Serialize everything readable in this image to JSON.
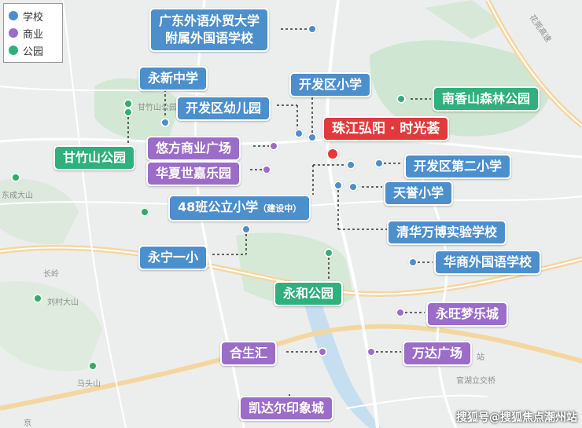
{
  "legend": {
    "school": "学校",
    "commercial": "商业",
    "park": "公园"
  },
  "colors": {
    "school": "#4c8fcd",
    "commercial": "#9c6cc9",
    "park": "#2fb07c",
    "project": "#e4393c"
  },
  "project": "珠江弘阳 · 时光荟",
  "labels": {
    "gw_line1": "广东外语外贸大学",
    "gw_line2": "附属外国语学校",
    "yongxin": "永新中学",
    "kfqxx": "开发区小学",
    "kfqyey": "开发区幼儿园",
    "nxs": "南香山森林公园",
    "gzs": "甘竹山公园",
    "youfang": "悠方商业广场",
    "huaxia": "华夏世嘉乐园",
    "kfq2": "开发区第二小学",
    "tianyu": "天誉小学",
    "b48": "48班公立小学",
    "b48_note": "（建设中）",
    "qhwb": "清华万博实验学校",
    "yongning": "永宁一小",
    "hswg": "华商外国语学校",
    "yonghe": "永和公园",
    "ywml": "永旺梦乐城",
    "heshenghui": "合生汇",
    "wanda": "万达广场",
    "kaida": "凯达尔印象城"
  },
  "map_text": {
    "gzs_small": "甘竹山公园",
    "dongcheng": "东成大山",
    "changdou": "长岭",
    "liucun": "刘村大山",
    "matou": "马头山",
    "huadu": "花莞高速",
    "guanhu": "官湖立交桥",
    "station": "站",
    "jing": "京"
  },
  "watermark": "搜狐号@搜狐焦点潮州站"
}
